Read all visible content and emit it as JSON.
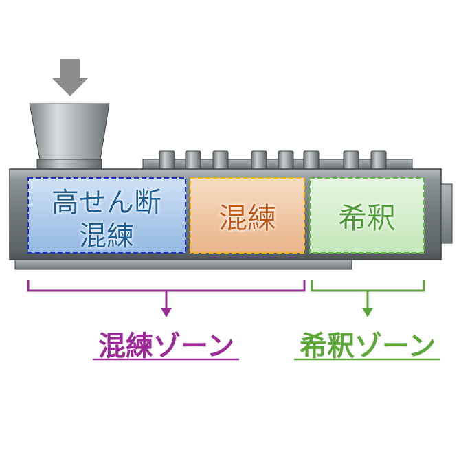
{
  "sections": {
    "high_shear": {
      "line1": "高せん断",
      "line2": "混練",
      "fill": "#a9c8ea",
      "border": "#1a2fd8",
      "text_color": "#1f5f95"
    },
    "kneading": {
      "label": "混練",
      "fill": "#f1c8a3",
      "border": "#f5b400",
      "text_color": "#c05a12"
    },
    "dilution": {
      "label": "希釈",
      "fill": "#d3efcb",
      "border": "#5dbb3a",
      "text_color": "#4e9a34"
    }
  },
  "zones": {
    "kneading_zone": {
      "label": "混練ゾーン",
      "color": "#9b2a96"
    },
    "dilution_zone": {
      "label": "希釈ゾーン",
      "color": "#5aa636"
    }
  },
  "colors": {
    "barrel": "#7f8689",
    "feed_arrow": "#8c8c8c"
  }
}
